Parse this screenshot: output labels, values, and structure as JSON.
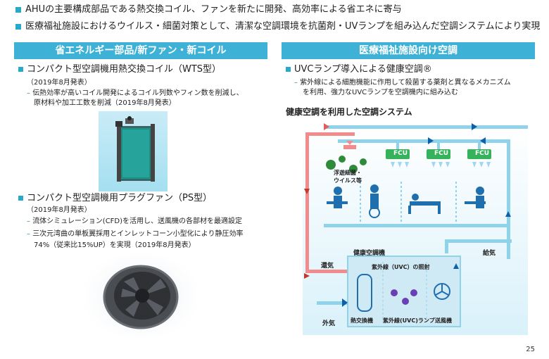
{
  "header": {
    "bullets": [
      "AHUの主要構成部品である熱交換コイル、ファンを新たに開発、高効率による省エネに寄与",
      "医療福祉施設におけるウイルス・細菌対策として、清潔な空調環境を抗菌剤・UVランプを組み込んだ空調システムにより実現"
    ]
  },
  "left": {
    "section_title": "省エネルギー部品/新ファン・新コイル",
    "item1": {
      "title": "コンパクト型空調機用熱交換コイル（WTS型）",
      "date": "（2019年8月発表）",
      "detail1": "伝熱効率が高いコイル開発によるコイル列数やフィン数を削減し、",
      "detail2": "原材料や加工工数を削減（2019年8月発表）"
    },
    "item2": {
      "title": "コンパクト型空調機用プラグファン（PS型）",
      "date": "（2019年8月発表）",
      "detail1": "流体シミュレーション(CFD)を活用し、送風機の各部材を最適設定",
      "detail2a": "三次元湾曲の単板翼採用とインレットコーン小型化により静圧効率",
      "detail2b": "74%（従来比15%UP）を実現（2019年8月発表）"
    }
  },
  "right": {
    "section_title": "医療福祉施設向け空調",
    "item1": {
      "title": "UVCランプ導入による健康空調®",
      "detail1": "紫外線による細胞機能に作用して殺菌する薬剤と異なるメカニズム",
      "detail2": "を利用、強力なUVCランプを空調機内に組み込む"
    },
    "diagram_title": "健康空調を利用した空調システム",
    "diagram": {
      "fcu": [
        "FCU",
        "FCU",
        "FCU"
      ],
      "virus_label_1": "浮遊細菌・",
      "virus_label_2": "ウイルス等",
      "unit_label": "健康空調機",
      "uvc_label": "紫外線（UVC）の照射",
      "return_air": "還気",
      "supply_air": "給気",
      "outside_air": "外気",
      "heat_exchanger": "熱交換機",
      "uvc_lamp": "紫外線(UVC)ランプ",
      "blower": "送風機"
    }
  },
  "page_number": "25",
  "colors": {
    "accent": "#3eb1d6",
    "bullet": "#2aa8c8",
    "pipe": "#8fd3ea",
    "red_pipe": "#f28c8c",
    "fcu_green": "#36b35a",
    "dark_blue": "#0f5fa8",
    "purple": "#6a3fb5"
  }
}
